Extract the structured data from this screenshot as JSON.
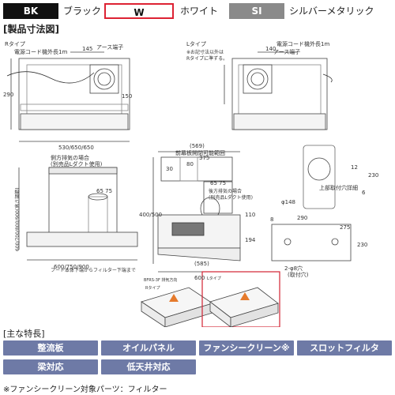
{
  "colors": {
    "bk": {
      "code": "BK",
      "label": "ブラック",
      "hex": "#111111"
    },
    "w": {
      "code": "W",
      "label": "ホワイト",
      "hex": "#ffffff",
      "highlight": "#d22233"
    },
    "si": {
      "code": "SI",
      "label": "シルバーメタリック",
      "hex": "#8a8a8a"
    }
  },
  "section_title": "[製品寸法図]",
  "drawing": {
    "r_type": "Rタイプ",
    "l_type": "Lタイプ",
    "l_note_1": "※お記寸法以外は",
    "l_note_2": "Rタイプに準ずる。",
    "power_cord": "電源コード機外長1m",
    "earth_terminal": "アース端子",
    "dims": {
      "d145": "145",
      "d290": "290",
      "d150": "150",
      "d140": "140",
      "w_top": "530/650/650",
      "d569": "(569)",
      "d375": "375",
      "d30": "30",
      "d80": "80",
      "d6575a": "65 75",
      "d6575b": "65 75",
      "d400500": "400/500",
      "d110": "110",
      "d194": "194",
      "d585": "(585)",
      "d600": "600",
      "d148": "φ148",
      "d12": "12",
      "d230": "230",
      "d6": "6",
      "h_left": "600/700/800/900(高さ調節)",
      "w_bottom": "600/750/900",
      "d2x8": "2-φ8穴",
      "mount": "(取付穴)",
      "d8": "8",
      "d290b": "290",
      "d275": "275",
      "d230b": "230"
    },
    "labels": {
      "front_fix": "前幕板開閉可能範囲",
      "side_exhaust": "側方排気の場合",
      "side_exhaust_2": "(別売品Lダクト使用)",
      "rear_exhaust": "後方排気の場合",
      "rear_exhaust_2": "(別売品Lダクト使用)",
      "top_mount": "上部取付穴詳細",
      "hood_note": "フード本体下端からフィルター下端まで",
      "bfrs": "BFRS-3F 排気方向",
      "r_small": "Rタイプ",
      "l_small": "Lタイプ"
    }
  },
  "features_title": "[主な特長]",
  "features": [
    {
      "label": "整流板"
    },
    {
      "label": "オイルパネル"
    },
    {
      "label": "ファンシークリーン※"
    },
    {
      "label": "スロットフィルタ"
    },
    {
      "label": "梁対応"
    },
    {
      "label": "低天井対応"
    }
  ],
  "footnote": "※ファンシークリーン対象パーツ：フィルター"
}
